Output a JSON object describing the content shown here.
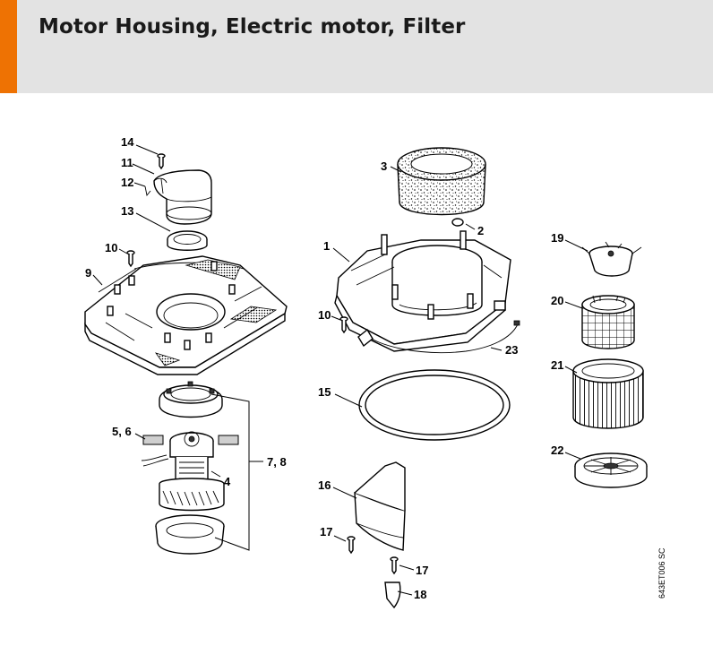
{
  "header": {
    "title": "Motor Housing, Electric motor, Filter"
  },
  "colors": {
    "accent": "#ee7203",
    "header_bg": "#e3e3e3",
    "ink": "#000000"
  },
  "labels": {
    "l14": "14",
    "l11": "11",
    "l12": "12",
    "l13": "13",
    "l10a": "10",
    "l9": "9",
    "l56": "5, 6",
    "l4": "4",
    "l78": "7, 8",
    "l3": "3",
    "l2": "2",
    "l1": "1",
    "l10b": "10",
    "l23": "23",
    "l15": "15",
    "l16": "16",
    "l17a": "17",
    "l17b": "17",
    "l18": "18",
    "l19": "19",
    "l20": "20",
    "l21": "21",
    "l22": "22"
  },
  "drawing_code": "643ET006 SC"
}
